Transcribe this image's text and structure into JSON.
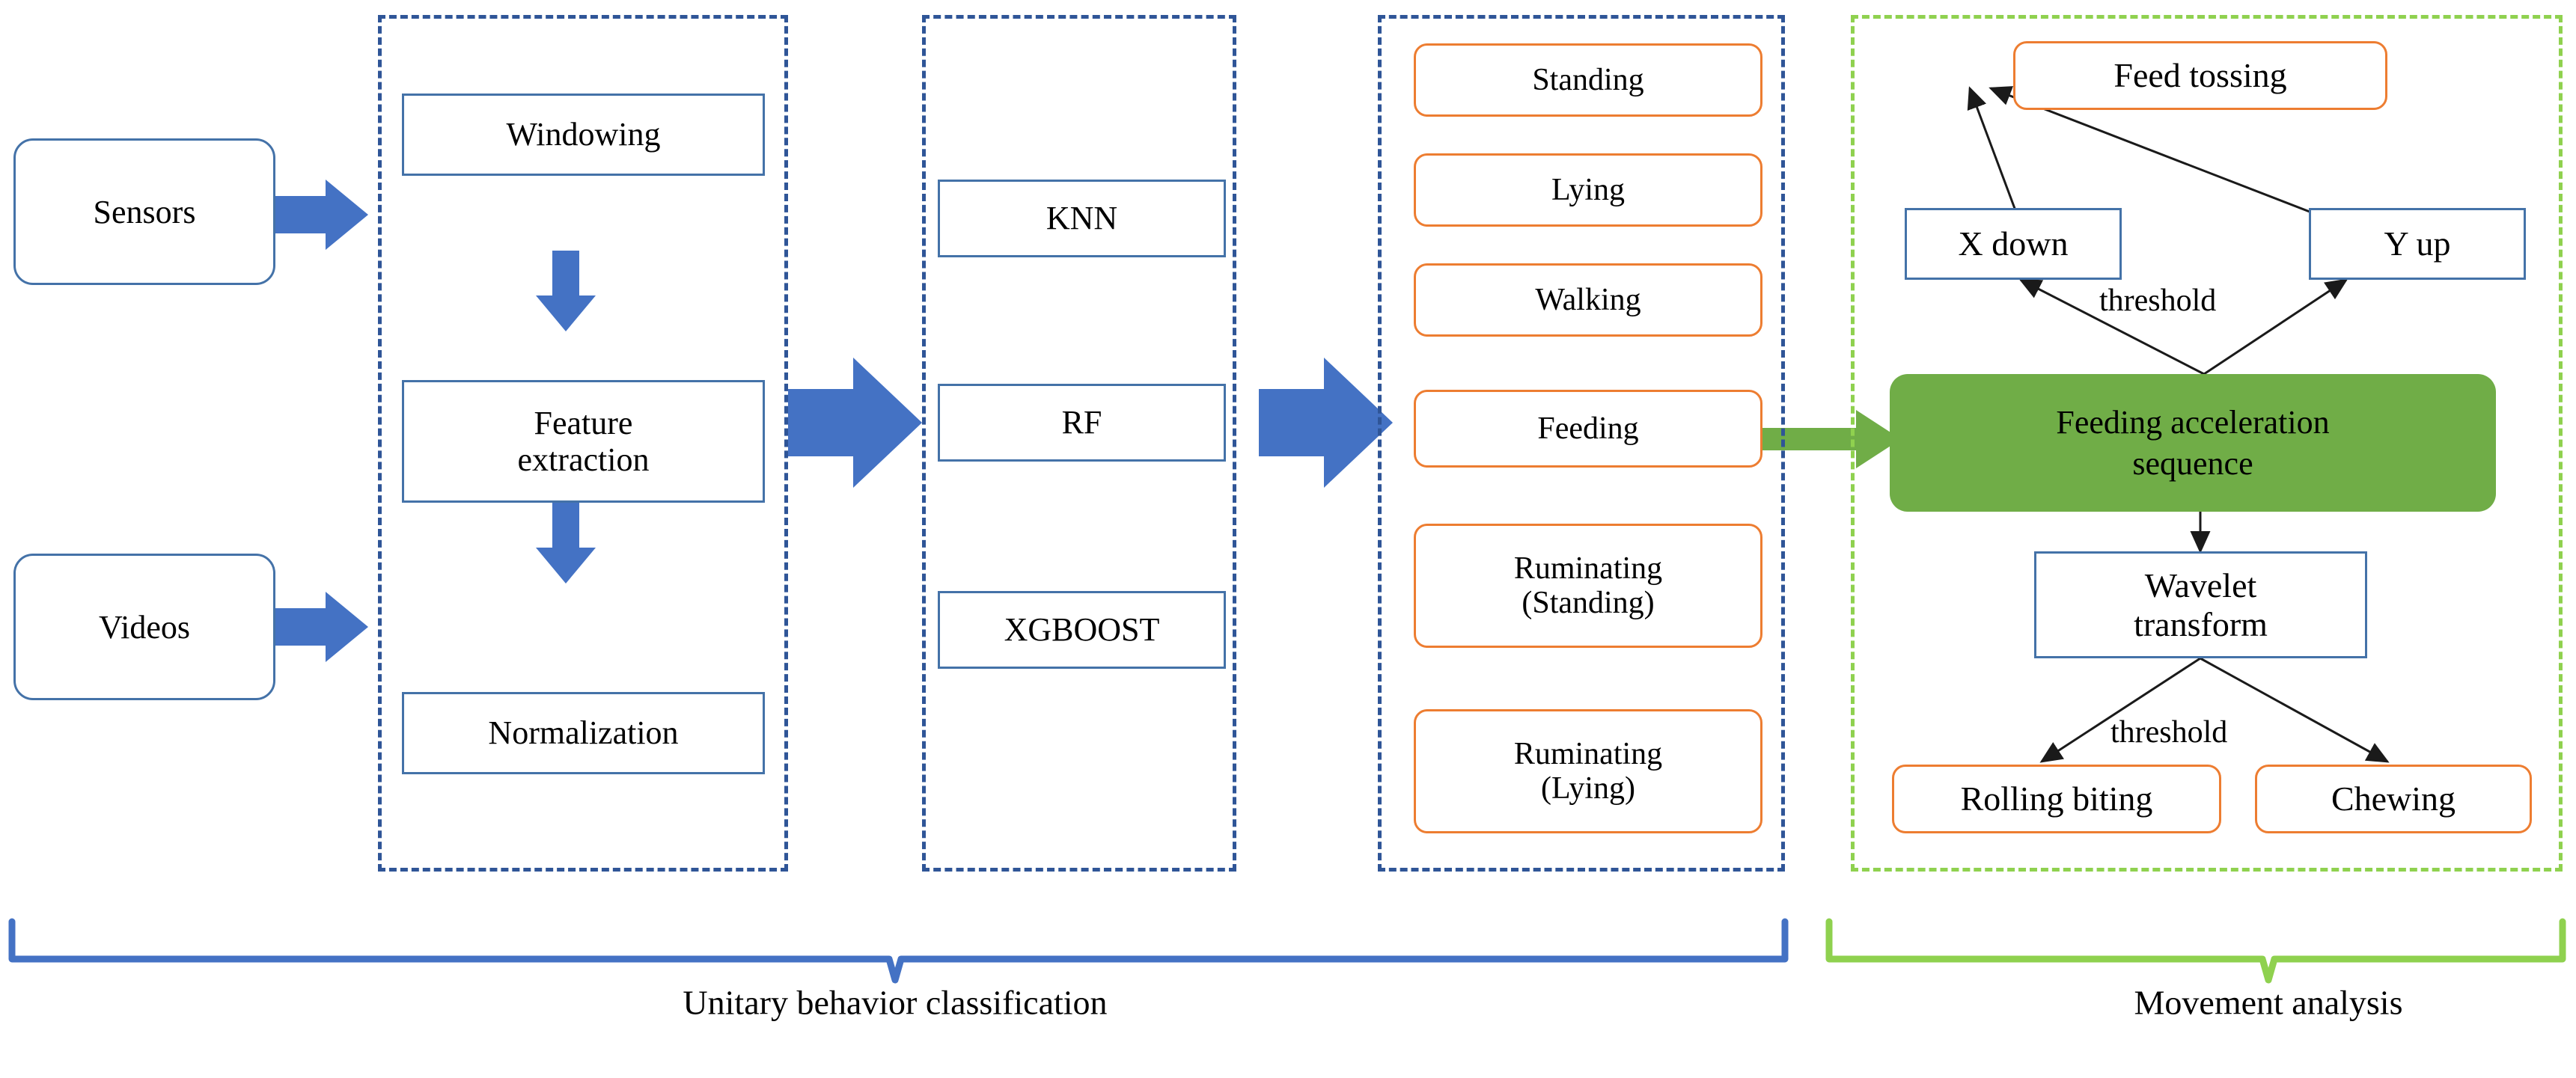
{
  "colors": {
    "blue_stroke": "#4472A8",
    "blue_dash": "#2F5597",
    "blue_arrow": "#4472C4",
    "orange_stroke": "#ED7D31",
    "green_fill": "#70AD47",
    "green_dash": "#8FD14F",
    "green_arrow": "#70AD47",
    "text": "#000000",
    "background": "#FFFFFF"
  },
  "sources": {
    "items": [
      {
        "label": "Sensors"
      },
      {
        "label": "Videos"
      }
    ]
  },
  "preprocessing": {
    "items": [
      {
        "label": "Windowing"
      },
      {
        "label": "Feature\nextraction"
      },
      {
        "label": "Normalization"
      }
    ]
  },
  "classifiers": {
    "items": [
      {
        "label": "KNN"
      },
      {
        "label": "RF"
      },
      {
        "label": "XGBOOST"
      }
    ]
  },
  "behaviors": {
    "items": [
      {
        "label": "Standing"
      },
      {
        "label": "Lying"
      },
      {
        "label": "Walking"
      },
      {
        "label": "Feeding"
      },
      {
        "label": "Ruminating\n(Standing)"
      },
      {
        "label": "Ruminating\n(Lying)"
      }
    ]
  },
  "movement_analysis": {
    "feed_tossing": "Feed tossing",
    "x_down": "X down",
    "y_up": "Y up",
    "threshold_upper": "threshold",
    "feeding_sequence": "Feeding acceleration\nsequence",
    "wavelet_transform": "Wavelet\ntransform",
    "threshold_lower": "threshold",
    "rolling_biting": "Rolling biting",
    "chewing": "Chewing"
  },
  "captions": {
    "left": "Unitary behavior classification",
    "right": "Movement analysis"
  }
}
